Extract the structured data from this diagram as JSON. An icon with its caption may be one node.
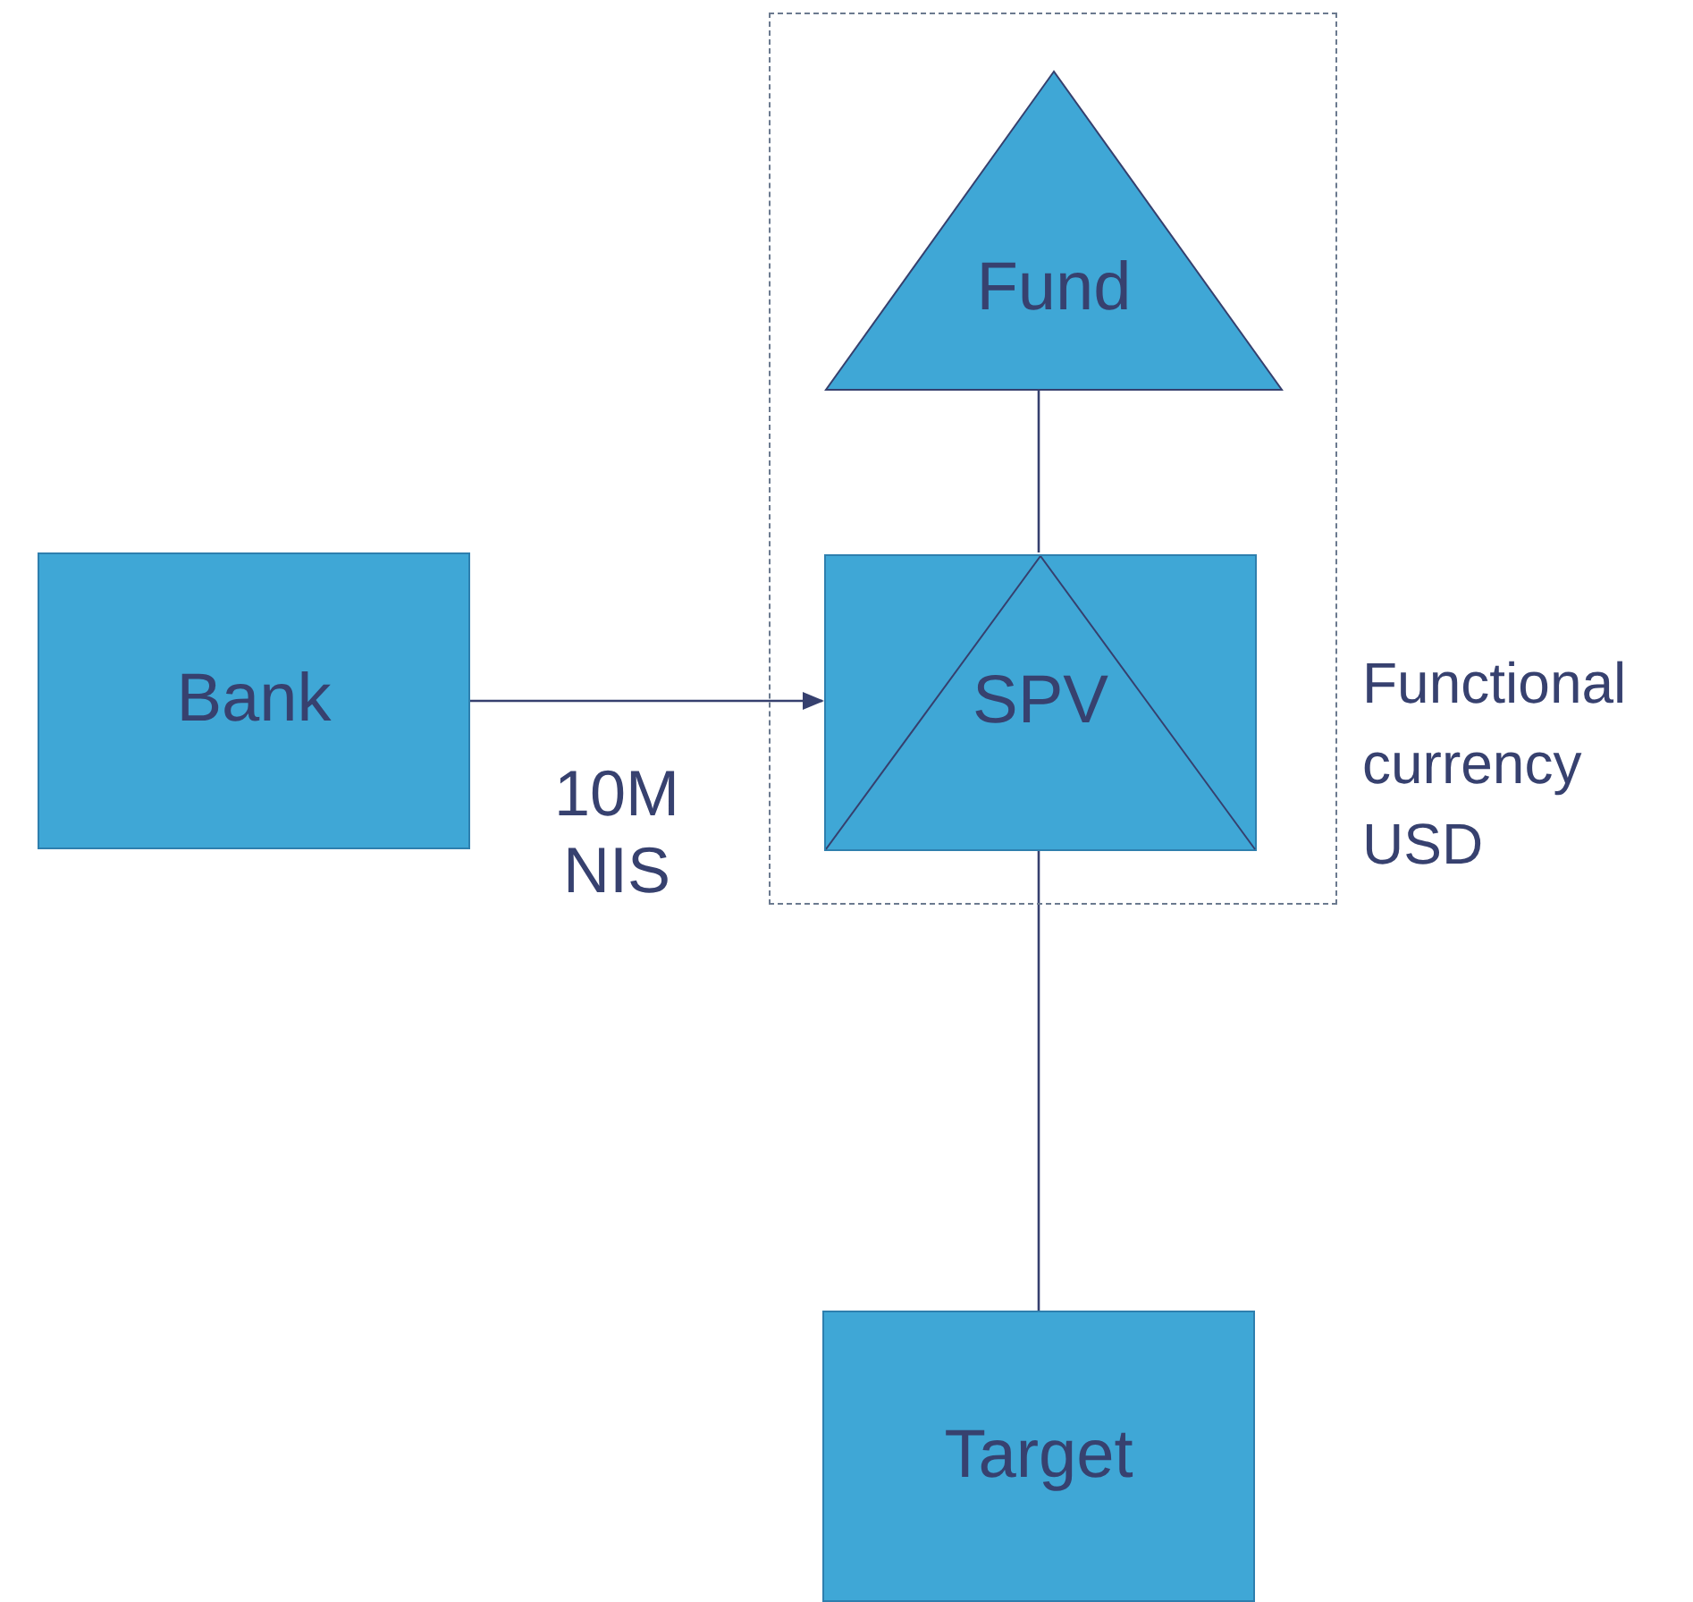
{
  "diagram": {
    "nodes": [
      {
        "text": [],
        "shape": "box",
        "beside": [
          "Functional currency USD"
        ]
      },
      {
        "text": [
          "Fund"
        ],
        "in": 0
      },
      {
        "text": [
          "SPV"
        ],
        "in": 0
      },
      {
        "text": [
          "Bank"
        ]
      },
      {
        "text": [
          "Target"
        ]
      }
    ],
    "edges": [
      {
        "from": 1,
        "to": 2,
        "arrow": "none"
      },
      {
        "from": 3,
        "to": 2,
        "arrow": "to",
        "label": "10M NIS"
      },
      {
        "from": 2,
        "to": 4,
        "arrow": "none"
      }
    ]
  }
}
